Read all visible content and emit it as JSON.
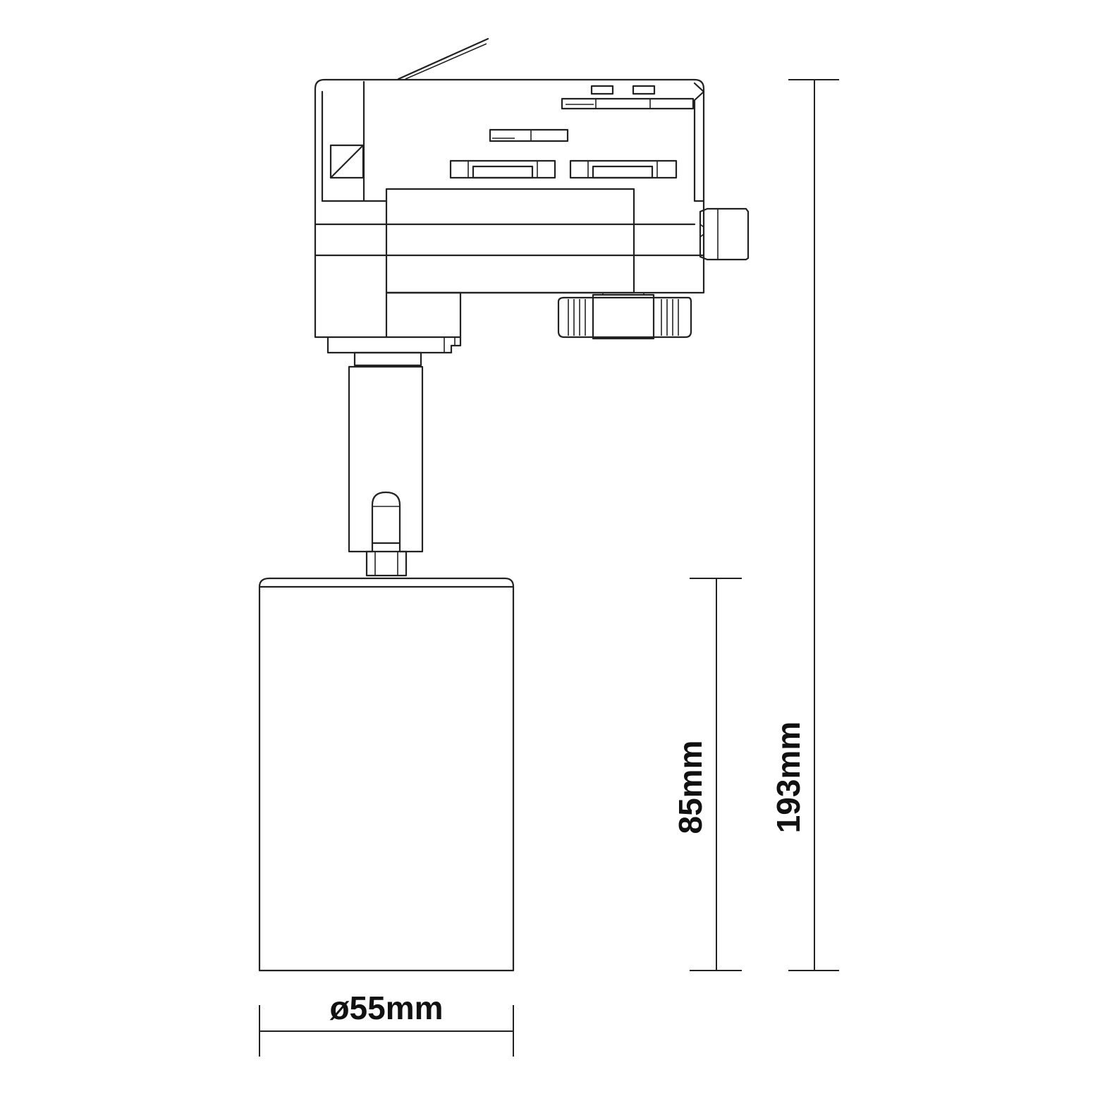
{
  "dimensions": {
    "diameter": {
      "label": "ø55mm",
      "value": 55,
      "unit": "mm"
    },
    "body_height": {
      "label": "85mm",
      "value": 85,
      "unit": "mm"
    },
    "total_height": {
      "label": "193mm",
      "value": 193,
      "unit": "mm"
    }
  },
  "colors": {
    "line": "#222222",
    "text": "#111111",
    "background": "#ffffff"
  }
}
